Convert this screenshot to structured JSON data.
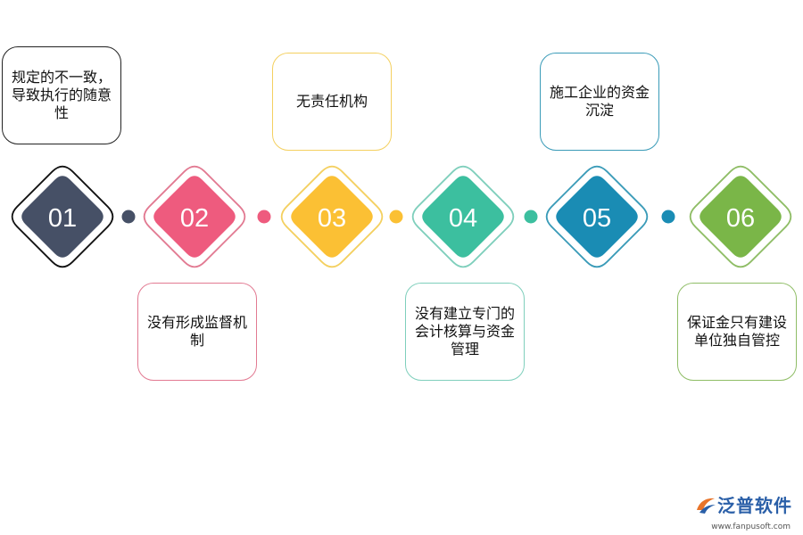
{
  "steps": [
    {
      "number": "01",
      "color": "#465066",
      "text": "规定的不一致，导致执行的随意性",
      "border": "#222222",
      "position": "above"
    },
    {
      "number": "02",
      "color": "#ee5b7e",
      "text": "没有形成监督机制",
      "border": "#e27a92",
      "position": "below"
    },
    {
      "number": "03",
      "color": "#fbc034",
      "text": "无责任机构",
      "border": "#f4d060",
      "position": "above"
    },
    {
      "number": "04",
      "color": "#3cbf9f",
      "text": "没有建立专门的会计核算与资金管理",
      "border": "#7fcfbc",
      "position": "below"
    },
    {
      "number": "05",
      "color": "#1a8cb4",
      "text": "施工企业的资金沉淀",
      "border": "#3a9bb8",
      "position": "above"
    },
    {
      "number": "06",
      "color": "#7ab648",
      "text": "保证金只有建设单位独自管控",
      "border": "#8fbd66",
      "position": "below"
    }
  ],
  "logo": {
    "name": "泛普软件",
    "url": "www.fanpusoft.com",
    "icon": "fanpu-logo-icon"
  }
}
